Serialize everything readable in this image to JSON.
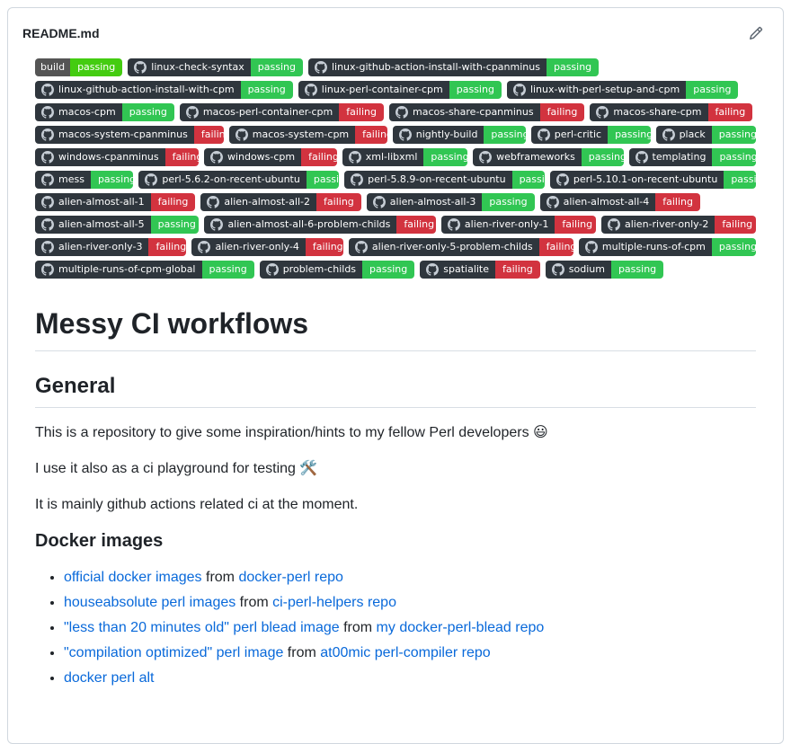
{
  "header": {
    "title": "README.md",
    "edit_icon": "pencil-icon"
  },
  "colors": {
    "badge_dark": "#2f363d",
    "shields_label_gray": "#555555",
    "passing_green_github": "#31c653",
    "passing_green_shields": "#44cc11",
    "failing_red": "#d2333f",
    "link_blue": "#0969da",
    "card_border": "#d0d7de"
  },
  "badges": {
    "rows": [
      [
        {
          "style": "shields",
          "label": "build",
          "status": "passing"
        },
        {
          "style": "github",
          "label": "linux-check-syntax",
          "status": "passing"
        },
        {
          "style": "github",
          "label": "linux-github-action-install-with-cpanminus",
          "status": "passing"
        }
      ],
      [
        {
          "style": "github",
          "label": "linux-github-action-install-with-cpm",
          "status": "passing"
        },
        {
          "style": "github",
          "label": "linux-perl-container-cpm",
          "status": "passing"
        },
        {
          "style": "github",
          "label": "linux-with-perl-setup-and-cpm",
          "status": "passing"
        }
      ],
      [
        {
          "style": "github",
          "label": "macos-cpm",
          "status": "passing"
        },
        {
          "style": "github",
          "label": "macos-perl-container-cpm",
          "status": "failing"
        },
        {
          "style": "github",
          "label": "macos-share-cpanminus",
          "status": "failing"
        },
        {
          "style": "github",
          "label": "macos-share-cpm",
          "status": "failing"
        }
      ],
      [
        {
          "style": "github",
          "label": "macos-system-cpanminus",
          "status": "failing"
        },
        {
          "style": "github",
          "label": "macos-system-cpm",
          "status": "failing"
        },
        {
          "style": "github",
          "label": "nightly-build",
          "status": "passing"
        },
        {
          "style": "github",
          "label": "perl-critic",
          "status": "passing"
        },
        {
          "style": "github",
          "label": "plack",
          "status": "passing"
        }
      ],
      [
        {
          "style": "github",
          "label": "windows-cpanminus",
          "status": "failing"
        },
        {
          "style": "github",
          "label": "windows-cpm",
          "status": "failing"
        },
        {
          "style": "github",
          "label": "xml-libxml",
          "status": "passing"
        },
        {
          "style": "github",
          "label": "webframeworks",
          "status": "passing"
        },
        {
          "style": "github",
          "label": "templating",
          "status": "passing"
        }
      ],
      [
        {
          "style": "github",
          "label": "mess",
          "status": "passing"
        },
        {
          "style": "github",
          "label": "perl-5.6.2-on-recent-ubuntu",
          "status": "passing"
        },
        {
          "style": "github",
          "label": "perl-5.8.9-on-recent-ubuntu",
          "status": "passing"
        },
        {
          "style": "github",
          "label": "perl-5.10.1-on-recent-ubuntu",
          "status": "passing"
        }
      ],
      [
        {
          "style": "github",
          "label": "alien-almost-all-1",
          "status": "failing"
        },
        {
          "style": "github",
          "label": "alien-almost-all-2",
          "status": "failing"
        },
        {
          "style": "github",
          "label": "alien-almost-all-3",
          "status": "passing"
        },
        {
          "style": "github",
          "label": "alien-almost-all-4",
          "status": "failing"
        }
      ],
      [
        {
          "style": "github",
          "label": "alien-almost-all-5",
          "status": "passing"
        },
        {
          "style": "github",
          "label": "alien-almost-all-6-problem-childs",
          "status": "failing"
        },
        {
          "style": "github",
          "label": "alien-river-only-1",
          "status": "failing"
        },
        {
          "style": "github",
          "label": "alien-river-only-2",
          "status": "failing"
        }
      ],
      [
        {
          "style": "github",
          "label": "alien-river-only-3",
          "status": "failing"
        },
        {
          "style": "github",
          "label": "alien-river-only-4",
          "status": "failing"
        },
        {
          "style": "github",
          "label": "alien-river-only-5-problem-childs",
          "status": "failing"
        },
        {
          "style": "github",
          "label": "multiple-runs-of-cpm",
          "status": "passing"
        }
      ],
      [
        {
          "style": "github",
          "label": "multiple-runs-of-cpm-global",
          "status": "passing"
        },
        {
          "style": "github",
          "label": "problem-childs",
          "status": "passing"
        },
        {
          "style": "github",
          "label": "spatialite",
          "status": "failing"
        },
        {
          "style": "github",
          "label": "sodium",
          "status": "passing"
        }
      ]
    ]
  },
  "content": {
    "h1": "Messy CI workflows",
    "h2": "General",
    "paragraphs": [
      "This is a repository to give some inspiration/hints to my fellow Perl developers 😃",
      "I use it also as a ci playground for testing 🛠️",
      "It is mainly github actions related ci at the moment."
    ],
    "h3": "Docker images",
    "docker_list": [
      [
        {
          "type": "link",
          "text": "official docker images"
        },
        {
          "type": "text",
          "text": " from "
        },
        {
          "type": "link",
          "text": "docker-perl repo"
        }
      ],
      [
        {
          "type": "link",
          "text": "houseabsolute perl images"
        },
        {
          "type": "text",
          "text": " from "
        },
        {
          "type": "link",
          "text": "ci-perl-helpers repo"
        }
      ],
      [
        {
          "type": "link",
          "text": "\"less than 20 minutes old\" perl blead image"
        },
        {
          "type": "text",
          "text": " from "
        },
        {
          "type": "link",
          "text": "my docker-perl-blead repo"
        }
      ],
      [
        {
          "type": "link",
          "text": "\"compilation optimized\" perl image"
        },
        {
          "type": "text",
          "text": " from "
        },
        {
          "type": "link",
          "text": "at00mic perl-compiler repo"
        }
      ],
      [
        {
          "type": "link",
          "text": "docker perl alt"
        }
      ]
    ]
  }
}
